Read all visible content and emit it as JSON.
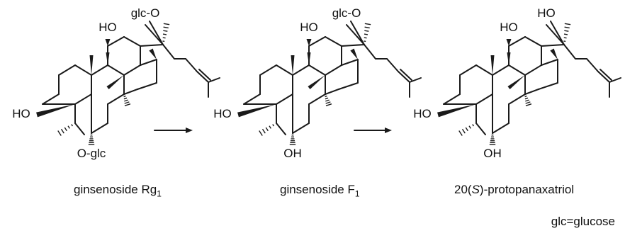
{
  "molecules": [
    {
      "id": "rg1",
      "name_prefix": "ginsenoside Rg",
      "name_sub": "1",
      "name_suffix": "",
      "labels": {
        "c20": "glc-O",
        "c12": "HO",
        "c3": "HO",
        "c6": "O-glc"
      }
    },
    {
      "id": "f1",
      "name_prefix": "ginsenoside F",
      "name_sub": "1",
      "name_suffix": "",
      "labels": {
        "c20": "glc-O",
        "c12": "HO",
        "c3": "HO",
        "c6": "OH"
      }
    },
    {
      "id": "ppt",
      "name_prefix": "20(",
      "name_italic": "S",
      "name_suffix": ")-protopanaxatriol",
      "labels": {
        "c20": "HO",
        "c12": "HO",
        "c3": "HO",
        "c6": "OH"
      }
    }
  ],
  "note": "glc=glucose"
}
